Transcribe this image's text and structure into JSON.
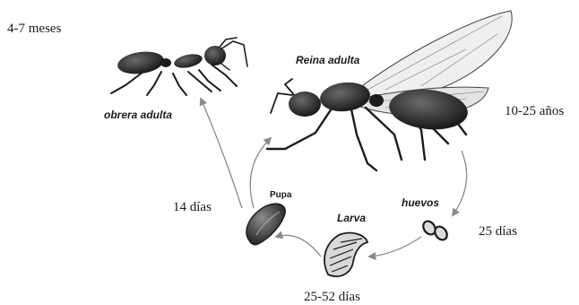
{
  "durations": {
    "worker": "4-7 meses",
    "queen": "10-25 años",
    "egg": "25 días",
    "larva": "25-52 días",
    "pupa": "14 días"
  },
  "stages": {
    "worker": "obrera adulta",
    "queen": "Reina adulta",
    "egg": "huevos",
    "larva": "Larva",
    "pupa": "Pupa"
  },
  "icons": {
    "worker": "worker-ant-icon",
    "queen": "winged-queen-ant-icon",
    "egg": "eggs-icon",
    "larva": "larva-icon",
    "pupa": "pupa-icon"
  },
  "colors": {
    "arrow": "#8a8a8a",
    "body": "#1c1c1c"
  }
}
